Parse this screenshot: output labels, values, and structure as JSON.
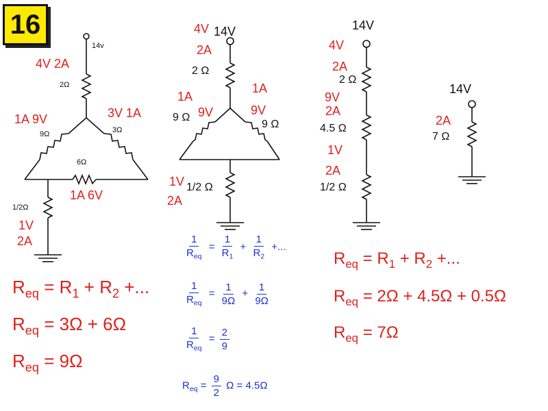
{
  "badge": "16",
  "colors": {
    "red": "#e0201b",
    "blue": "#1f2fd6",
    "black": "#111111",
    "badge_bg": "#ffea00"
  },
  "circuit1": {
    "source": "14v",
    "r_top": "2Ω",
    "r_left": "9Ω",
    "r_right": "3Ω",
    "r_mid": "6Ω",
    "r_bottom": "1/2Ω",
    "ann_top": "4V 2A",
    "ann_left": "1A 9V",
    "ann_right": "3V 1A",
    "ann_mid": "1A  6V",
    "ann_bottom_v": "1V",
    "ann_bottom_a": "2A"
  },
  "circuit2": {
    "source": "14V",
    "ann_source_v": "4V",
    "ann_source_a": "2A",
    "r_top": "2 Ω",
    "r_left": "9 Ω",
    "r_right": "9 Ω",
    "r_bottom": "1/2 Ω",
    "ann_left_a": "1A",
    "ann_left_v": "9V",
    "ann_right_a": "1A",
    "ann_right_v": "9V",
    "ann_bottom_v": "1V",
    "ann_bottom_a": "2A"
  },
  "circuit3": {
    "source": "14V",
    "ann_source_v": "4V",
    "ann_source_a": "2A",
    "r1": "2 Ω",
    "r2": "4.5 Ω",
    "r3": "1/2 Ω",
    "ann_r2_v": "9V",
    "ann_r2_a": "2A",
    "ann_r3_v": "1V",
    "ann_r3_a": "2A"
  },
  "circuit4": {
    "source": "14V",
    "ann_a": "2A",
    "r": "7 Ω"
  },
  "eq_left": {
    "l1_lhs": "R",
    "l1_sub": "eq",
    "l1_r1": "R",
    "l1_r1_sub": "1",
    "l1_r2": "R",
    "l1_r2_sub": "2",
    "l1_tail": "+...",
    "l2_lhs": "R",
    "l2_sub": "eq",
    "l2_rhs": "= 3Ω + 6Ω",
    "l3_lhs": "R",
    "l3_sub": "eq",
    "l3_rhs": "= 9Ω"
  },
  "eq_mid": {
    "one": "1",
    "req": "R",
    "req_sub": "eq",
    "l1_r1": "R",
    "l1_r1_sub": "1",
    "l1_r2": "R",
    "l1_r2_sub": "2",
    "l1_tail": "+...",
    "l2_d1": "9Ω",
    "l2_d2": "9Ω",
    "l3_num": "2",
    "l3_den": "9",
    "l4_num": "9",
    "l4_den": "2",
    "l4_tail": "Ω = 4.5Ω"
  },
  "eq_right": {
    "l1_lhs": "R",
    "l1_sub": "eq",
    "l1_r1": "R",
    "l1_r1_sub": "1",
    "l1_r2": "R",
    "l1_r2_sub": "2",
    "l1_tail": "+...",
    "l2_lhs": "R",
    "l2_sub": "eq",
    "l2_rhs": "= 2Ω + 4.5Ω + 0.5Ω",
    "l3_lhs": "R",
    "l3_sub": "eq",
    "l3_rhs": "= 7Ω"
  }
}
